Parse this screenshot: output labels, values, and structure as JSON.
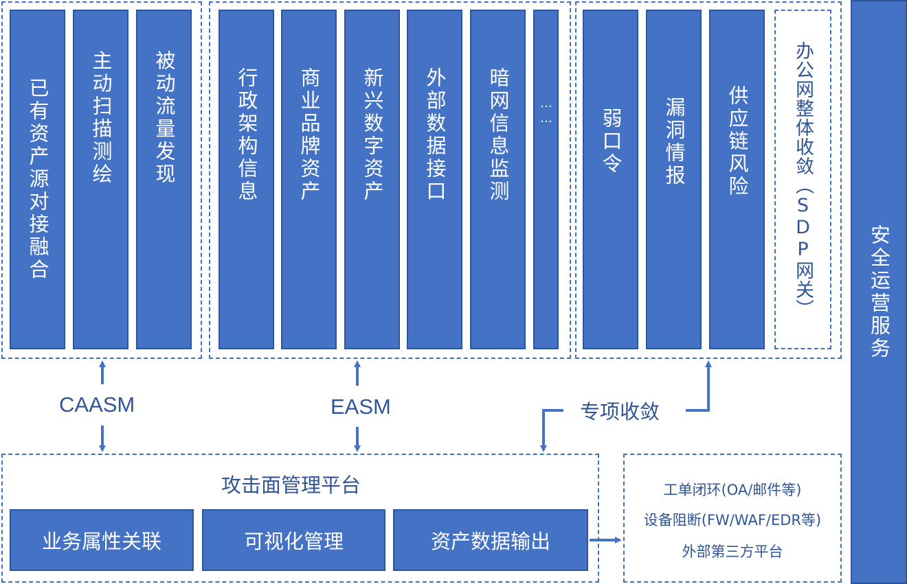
{
  "caasm": {
    "label": "CAASM",
    "items": [
      "已有资产源对接融合",
      "主动扫描测绘",
      "被动流量发现"
    ]
  },
  "easm": {
    "label": "EASM",
    "items": [
      "行政架构信息",
      "商业品牌资产",
      "新兴数字资产",
      "外部数据接口",
      "暗网信息监测",
      "……"
    ]
  },
  "special": {
    "label": "专项收敛",
    "items": [
      "弱口令",
      "漏洞情报",
      "供应链风险"
    ],
    "sdp": "办公网整体收敛（SDP网关）"
  },
  "security_ops": "安全运营服务",
  "platform": {
    "title": "攻击面管理平台",
    "buttons": [
      "业务属性关联",
      "可视化管理",
      "资产数据输出"
    ]
  },
  "third_party": {
    "lines": [
      "工单闭环(OA/邮件等)",
      "设备阻断(FW/WAF/EDR等)",
      "外部第三方平台"
    ]
  },
  "colors": {
    "fill": "#4472c4",
    "border": "#2f5597",
    "text": "#2f5597"
  }
}
